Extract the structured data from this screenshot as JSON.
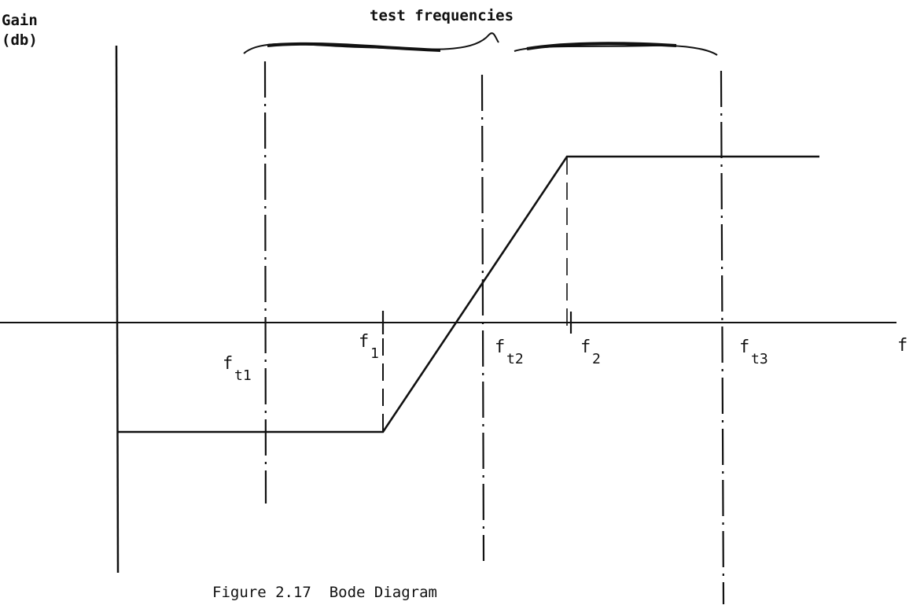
{
  "diagram": {
    "y_axis_label_line1": "Gain",
    "y_axis_label_line2": "(db)",
    "x_axis_label": "f",
    "brace_label": "test frequencies",
    "caption": "Figure 2.17  Bode Diagram",
    "frequencies": {
      "ft1": {
        "base": "f",
        "sub": "t1"
      },
      "f1": {
        "base": "f",
        "sub": "1"
      },
      "ft2": {
        "base": "f",
        "sub": "t2"
      },
      "f2": {
        "base": "f",
        "sub": "2"
      },
      "ft3": {
        "base": "f",
        "sub": "t3"
      }
    }
  }
}
